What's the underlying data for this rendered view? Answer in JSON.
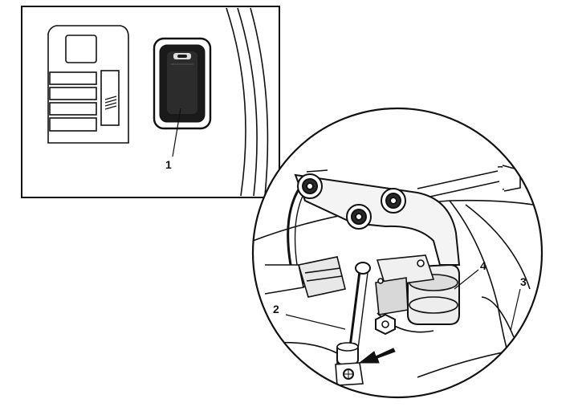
{
  "figure": {
    "callouts": [
      {
        "id": "1",
        "label": "1"
      },
      {
        "id": "2",
        "label": "2"
      },
      {
        "id": "3",
        "label": "3"
      },
      {
        "id": "4",
        "label": "4"
      }
    ],
    "colors": {
      "ink": "#111111",
      "paper": "#ffffff",
      "shade": "#cfcfcf",
      "dark_fill": "#1a1a1a"
    }
  }
}
